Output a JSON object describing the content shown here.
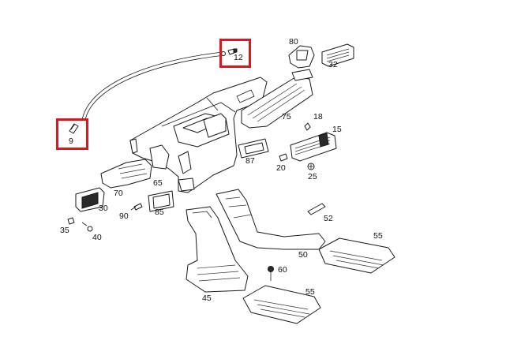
{
  "diagram": {
    "highlight_color": "#e0141b",
    "labels": [
      {
        "id": "lbl-80",
        "text": "80"
      },
      {
        "id": "lbl-32",
        "text": "32"
      },
      {
        "id": "lbl-12",
        "text": "12"
      },
      {
        "id": "lbl-75",
        "text": "75"
      },
      {
        "id": "lbl-18",
        "text": "18"
      },
      {
        "id": "lbl-15",
        "text": "15"
      },
      {
        "id": "lbl-9",
        "text": "9"
      },
      {
        "id": "lbl-87",
        "text": "87"
      },
      {
        "id": "lbl-20",
        "text": "20"
      },
      {
        "id": "lbl-25",
        "text": "25"
      },
      {
        "id": "lbl-70",
        "text": "70"
      },
      {
        "id": "lbl-65",
        "text": "65"
      },
      {
        "id": "lbl-30",
        "text": "30"
      },
      {
        "id": "lbl-90",
        "text": "90"
      },
      {
        "id": "lbl-85",
        "text": "85"
      },
      {
        "id": "lbl-52",
        "text": "52"
      },
      {
        "id": "lbl-35",
        "text": "35"
      },
      {
        "id": "lbl-40",
        "text": "40"
      },
      {
        "id": "lbl-55a",
        "text": "55"
      },
      {
        "id": "lbl-50",
        "text": "50"
      },
      {
        "id": "lbl-60",
        "text": "60"
      },
      {
        "id": "lbl-45",
        "text": "45"
      },
      {
        "id": "lbl-55b",
        "text": "55"
      }
    ]
  }
}
